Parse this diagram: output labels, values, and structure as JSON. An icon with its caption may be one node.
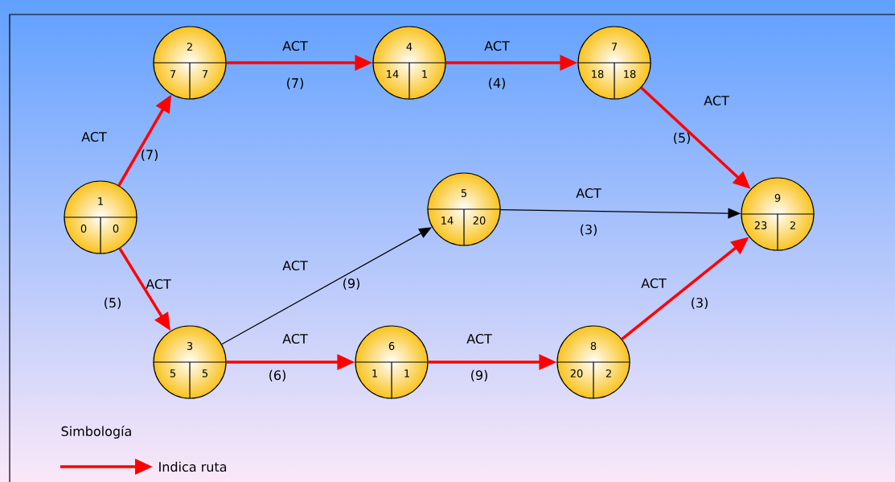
{
  "diagram": {
    "nodes": [
      {
        "text": [
          "1",
          "0",
          "0"
        ]
      },
      {
        "text": [
          "2",
          "7",
          "7"
        ]
      },
      {
        "text": [
          "3",
          "5",
          "5"
        ]
      },
      {
        "text": [
          "4",
          "14",
          "1"
        ]
      },
      {
        "text": [
          "5",
          "14",
          "20"
        ]
      },
      {
        "text": [
          "6",
          "1",
          "1"
        ]
      },
      {
        "text": [
          "7",
          "18",
          "18"
        ]
      },
      {
        "text": [
          "8",
          "20",
          "2"
        ]
      },
      {
        "text": [
          "9",
          "23",
          "2"
        ]
      }
    ],
    "edges": [
      {
        "from": 0,
        "to": 1,
        "arrow": "to",
        "label": "ACT"
      },
      {
        "from": 1,
        "to": 3,
        "arrow": "to",
        "label": "ACT"
      },
      {
        "from": 3,
        "to": 6,
        "arrow": "to",
        "label": "ACT"
      },
      {
        "from": 6,
        "to": 8,
        "arrow": "to",
        "label": "ACT"
      },
      {
        "from": 0,
        "to": 2,
        "arrow": "to",
        "label": "ACT"
      },
      {
        "from": 2,
        "to": 4,
        "arrow": "to",
        "label": "ACT",
        "color": "#000000"
      },
      {
        "from": 4,
        "to": 8,
        "arrow": "to",
        "label": "ACT",
        "color": "#000000"
      },
      {
        "from": 2,
        "to": 5,
        "arrow": "to",
        "label": "ACT"
      },
      {
        "from": 5,
        "to": 7,
        "arrow": "to",
        "label": "ACT"
      },
      {
        "from": 7,
        "to": 8,
        "arrow": "to",
        "label": "ACT"
      }
    ],
    "labels": [
      "(7)",
      "(7)",
      "(4)",
      "(5)",
      "(5)",
      "(9)",
      "(3)",
      "(6)",
      "(9)",
      "(3)",
      "Simbología"
    ],
    "legend": [
      {
        "text": "Indica ruta"
      }
    ]
  }
}
